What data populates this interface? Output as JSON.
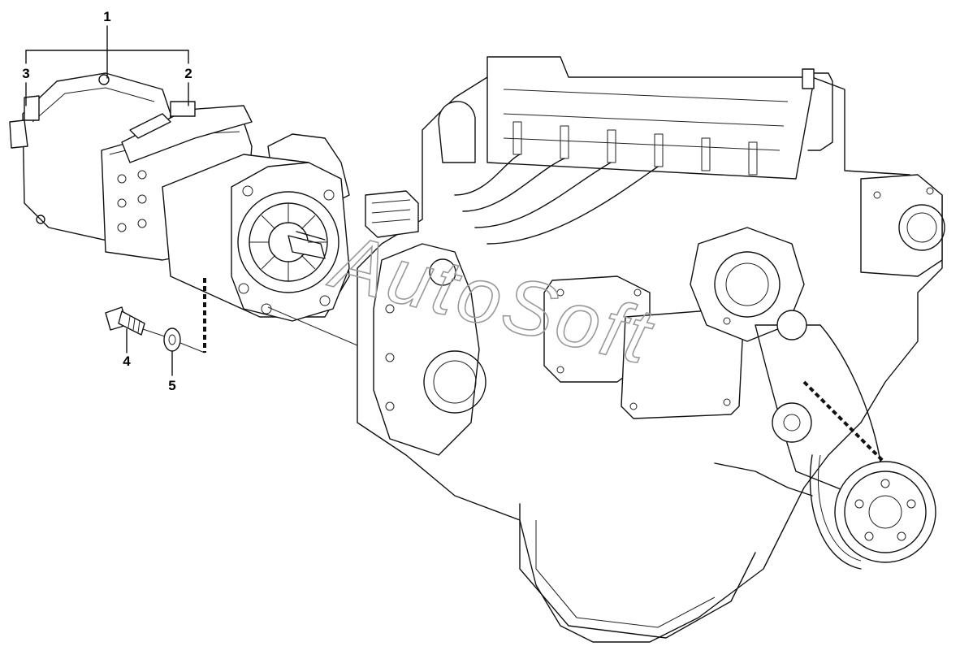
{
  "diagram": {
    "callouts": [
      {
        "id": "1",
        "label": "1"
      },
      {
        "id": "2",
        "label": "2"
      },
      {
        "id": "3",
        "label": "3"
      },
      {
        "id": "4",
        "label": "4"
      },
      {
        "id": "5",
        "label": "5"
      }
    ],
    "watermark": "AutoSoft"
  },
  "colors": {
    "line": "#111111",
    "background": "#ffffff",
    "watermark": "#9a9a9a"
  }
}
